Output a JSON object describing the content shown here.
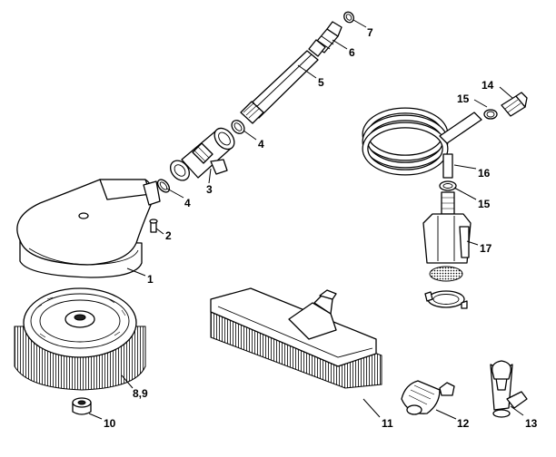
{
  "callouts": {
    "c1": "1",
    "c2": "2",
    "c3": "3",
    "c4a": "4",
    "c4b": "4",
    "c5": "5",
    "c6": "6",
    "c7": "7",
    "c8_9": "8,9",
    "c10": "10",
    "c11": "11",
    "c12": "12",
    "c13": "13",
    "c14": "14",
    "c15a": "15",
    "c15b": "15",
    "c16": "16",
    "c17": "17"
  }
}
